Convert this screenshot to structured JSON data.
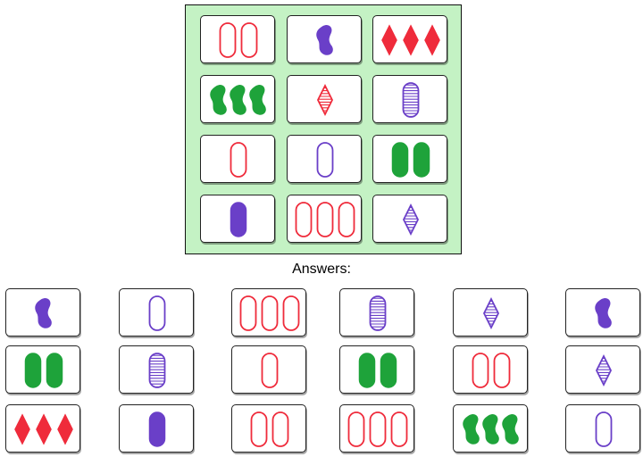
{
  "colors": {
    "red": "#ef2b3b",
    "green": "#1ea33a",
    "purple": "#6a3fc8",
    "board_bg": "#c4f2c4"
  },
  "answers_title": "Answers:",
  "board": {
    "cards": [
      {
        "shape": "oval",
        "count": 2,
        "color": "red",
        "fill": "empty"
      },
      {
        "shape": "squiggle",
        "count": 1,
        "color": "purple",
        "fill": "solid"
      },
      {
        "shape": "diamond",
        "count": 3,
        "color": "red",
        "fill": "solid"
      },
      {
        "shape": "squiggle",
        "count": 3,
        "color": "green",
        "fill": "solid"
      },
      {
        "shape": "diamond",
        "count": 1,
        "color": "red",
        "fill": "striped"
      },
      {
        "shape": "oval",
        "count": 1,
        "color": "purple",
        "fill": "striped"
      },
      {
        "shape": "oval",
        "count": 1,
        "color": "red",
        "fill": "empty"
      },
      {
        "shape": "oval",
        "count": 1,
        "color": "purple",
        "fill": "empty"
      },
      {
        "shape": "oval",
        "count": 2,
        "color": "green",
        "fill": "solid"
      },
      {
        "shape": "oval",
        "count": 1,
        "color": "purple",
        "fill": "solid"
      },
      {
        "shape": "oval",
        "count": 3,
        "color": "red",
        "fill": "empty"
      },
      {
        "shape": "diamond",
        "count": 1,
        "color": "purple",
        "fill": "striped"
      }
    ]
  },
  "answers": {
    "cards": [
      {
        "shape": "squiggle",
        "count": 1,
        "color": "purple",
        "fill": "solid"
      },
      {
        "shape": "oval",
        "count": 1,
        "color": "purple",
        "fill": "empty"
      },
      {
        "shape": "oval",
        "count": 3,
        "color": "red",
        "fill": "empty"
      },
      {
        "shape": "oval",
        "count": 1,
        "color": "purple",
        "fill": "striped"
      },
      {
        "shape": "diamond",
        "count": 1,
        "color": "purple",
        "fill": "striped"
      },
      {
        "shape": "squiggle",
        "count": 1,
        "color": "purple",
        "fill": "solid"
      },
      {
        "shape": "oval",
        "count": 2,
        "color": "green",
        "fill": "solid"
      },
      {
        "shape": "oval",
        "count": 1,
        "color": "purple",
        "fill": "striped"
      },
      {
        "shape": "oval",
        "count": 1,
        "color": "red",
        "fill": "empty"
      },
      {
        "shape": "oval",
        "count": 2,
        "color": "green",
        "fill": "solid"
      },
      {
        "shape": "oval",
        "count": 2,
        "color": "red",
        "fill": "empty"
      },
      {
        "shape": "diamond",
        "count": 1,
        "color": "purple",
        "fill": "striped"
      },
      {
        "shape": "diamond",
        "count": 3,
        "color": "red",
        "fill": "solid"
      },
      {
        "shape": "oval",
        "count": 1,
        "color": "purple",
        "fill": "solid"
      },
      {
        "shape": "oval",
        "count": 2,
        "color": "red",
        "fill": "empty"
      },
      {
        "shape": "oval",
        "count": 3,
        "color": "red",
        "fill": "empty"
      },
      {
        "shape": "squiggle",
        "count": 3,
        "color": "green",
        "fill": "solid"
      },
      {
        "shape": "oval",
        "count": 1,
        "color": "purple",
        "fill": "empty"
      }
    ]
  }
}
